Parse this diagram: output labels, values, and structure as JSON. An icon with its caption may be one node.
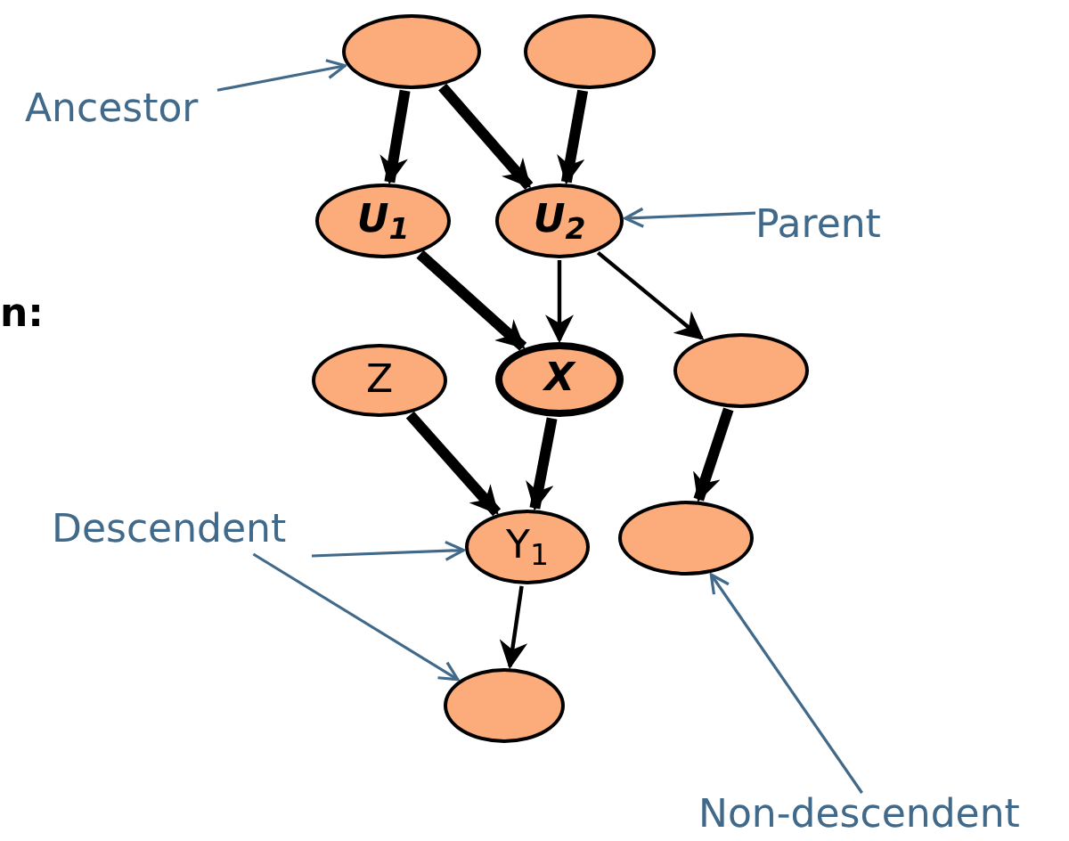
{
  "diagram": {
    "nodes": [
      {
        "text": [],
        "shape": "ellipse"
      },
      {
        "text": [],
        "shape": "ellipse"
      },
      {
        "text": [
          "Ancestor"
        ]
      },
      {
        "text": [
          "U$_{1}$"
        ]
      },
      {
        "text": [
          "U$_{2}$"
        ]
      },
      {
        "text": [
          "Parent"
        ]
      },
      {
        "text": [
          "Z"
        ]
      },
      {
        "text": [
          "X"
        ]
      },
      {
        "text": [],
        "shape": "ellipse"
      },
      {
        "text": [
          "Descendent"
        ]
      },
      {
        "text": [
          "Y$_{1}$"
        ]
      },
      {
        "text": [],
        "shape": "ellipse"
      },
      {
        "text": [],
        "shape": "ellipse"
      },
      {
        "text": [
          "Non-descendent"
        ]
      }
    ],
    "edges": [
      {
        "from": 0,
        "to": 3,
        "arrow": "to",
        "style": "thick"
      },
      {
        "from": 0,
        "to": 4,
        "arrow": "to",
        "style": "thick"
      },
      {
        "from": 1,
        "to": 4,
        "arrow": "to",
        "style": "thick"
      },
      {
        "from": 3,
        "to": 7,
        "arrow": "to",
        "style": "thick"
      },
      {
        "from": 4,
        "to": 7,
        "arrow": "to"
      },
      {
        "from": 4,
        "to": 8,
        "arrow": "to"
      },
      {
        "from": 6,
        "to": 10,
        "arrow": "to",
        "style": "thick"
      },
      {
        "from": 7,
        "to": 10,
        "arrow": "to",
        "style": "thick"
      },
      {
        "from": 8,
        "to": 11,
        "arrow": "to",
        "style": "thick"
      },
      {
        "from": 10,
        "to": 12,
        "arrow": "to"
      },
      {
        "from": 2,
        "to": 0,
        "arrow": "to",
        "color": "#41698a"
      },
      {
        "from": 5,
        "to": 4,
        "arrow": "to",
        "color": "#41698a"
      },
      {
        "from": 9,
        "to": 10,
        "arrow": "to",
        "color": "#41698a"
      },
      {
        "from": 9,
        "to": 12,
        "arrow": "to",
        "color": "#41698a"
      },
      {
        "from": 13,
        "to": 11,
        "arrow": "to",
        "color": "#41698a"
      }
    ],
    "labels": [
      "n:"
    ]
  }
}
